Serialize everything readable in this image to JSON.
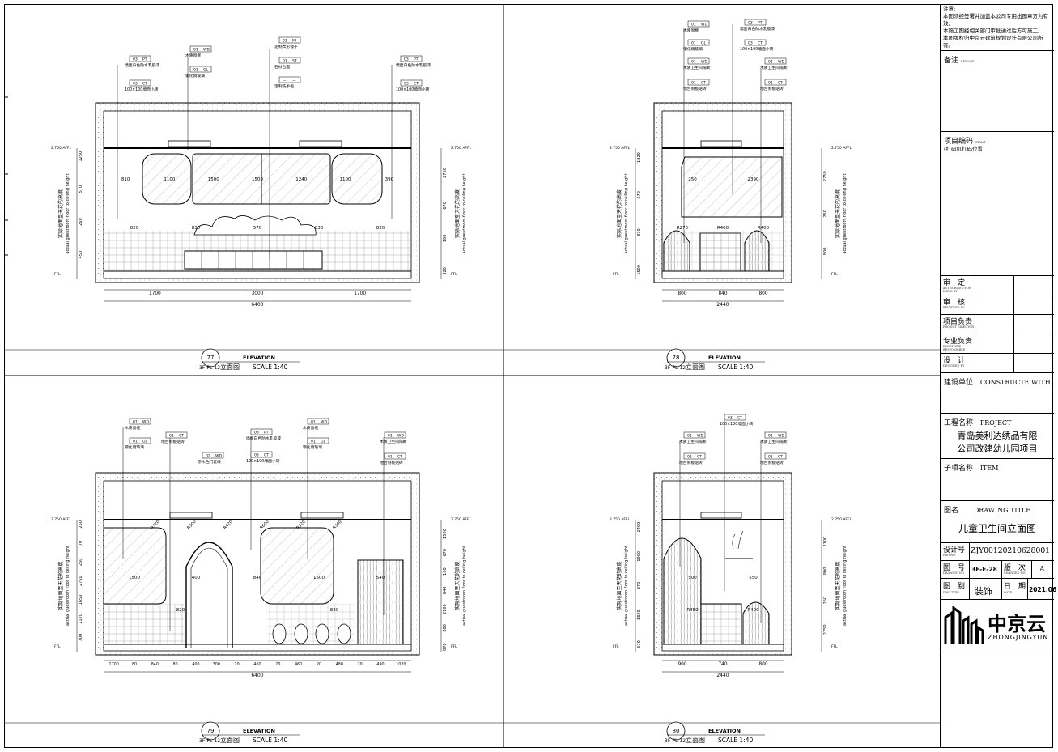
{
  "elevations": [
    {
      "number": "77",
      "ref": "3F-PL-12",
      "elevation_label": "ELEVATION",
      "cn_label": "立面图",
      "scale": "SCALE 1:40",
      "overall_width": "6400",
      "bottom_dims": [
        "1700",
        "3000",
        "1700"
      ],
      "upper_dims": [
        "810",
        "1100",
        "1500",
        "1500",
        "1240",
        "1100",
        "390"
      ],
      "mid_dims": [
        "820",
        "830",
        "570",
        "830",
        "820"
      ],
      "height_dims": [
        "1250",
        "2750",
        "570",
        "670",
        "260",
        "100",
        "450",
        "320"
      ],
      "callouts": [
        {
          "code": "03",
          "mat": "PT",
          "text": "墙面白色防水乳胶漆"
        },
        {
          "code": "03",
          "mat": "CT",
          "text": "100×100墙面小砖"
        },
        {
          "code": "01",
          "mat": "WD",
          "text": "木质窗框"
        },
        {
          "code": "01",
          "mat": "GL",
          "text": "钢化雨玻璃"
        },
        {
          "code": "01",
          "mat": "MI",
          "text": "定制异形镜子"
        },
        {
          "code": "01",
          "mat": "ST",
          "text": "石材台面"
        },
        {
          "code": "—",
          "mat": "—",
          "text": "定制洗手柜"
        },
        {
          "code": "03",
          "mat": "PT",
          "text": "墙面白色防水乳胶漆"
        },
        {
          "code": "03",
          "mat": "CT",
          "text": "100×100墙面小砖"
        }
      ]
    },
    {
      "number": "78",
      "ref": "3F-PL-12",
      "elevation_label": "ELEVATION",
      "cn_label": "立面图",
      "scale": "SCALE 1:40",
      "overall_width": "2440",
      "bottom_dims": [
        "800",
        "840",
        "800"
      ],
      "upper_dims": [
        "250",
        "2390"
      ],
      "mid_dims": [
        "R270",
        "R400",
        "R400"
      ],
      "height_dims": [
        "1820",
        "2750",
        "670",
        "260",
        "870",
        "800",
        "1500"
      ],
      "callouts": [
        {
          "code": "01",
          "mat": "WD",
          "text": "木质窗框"
        },
        {
          "code": "01",
          "mat": "GL",
          "text": "钢化雨玻璃"
        },
        {
          "code": "01",
          "mat": "WD",
          "text": "木质卫生间隔断"
        },
        {
          "code": "01",
          "mat": "CT",
          "text": "地台侧板贴砖"
        },
        {
          "code": "03",
          "mat": "PT",
          "text": "墙面白色防水乳胶漆"
        },
        {
          "code": "03",
          "mat": "CT",
          "text": "100×100墙面小砖"
        },
        {
          "code": "01",
          "mat": "WD",
          "text": "木质卫生间隔断"
        },
        {
          "code": "01",
          "mat": "CT",
          "text": "地台侧板贴砖"
        }
      ]
    },
    {
      "number": "79",
      "ref": "3F-PL-12",
      "elevation_label": "ELEVATION",
      "cn_label": "立面图",
      "scale": "SCALE 1:40",
      "overall_width": "6400",
      "bottom_dims": [
        "1700",
        "80",
        "840",
        "80",
        "400",
        "300",
        "20",
        "460",
        "20",
        "460",
        "20",
        "480",
        "20",
        "490",
        "1020"
      ],
      "upper_dims": [
        "1500",
        "400",
        "840",
        "1500",
        "540"
      ],
      "mid_dims": [
        "820",
        "830"
      ],
      "height_dims": [
        "250",
        "1500",
        "70",
        "670",
        "260",
        "100",
        "2750",
        "840",
        "1650",
        "2100",
        "2170",
        "800",
        "700",
        "870"
      ],
      "radius_labels": [
        "R320",
        "R300",
        "R420",
        "R600",
        "R320",
        "R300"
      ],
      "callouts": [
        {
          "code": "01",
          "mat": "WD",
          "text": "木质窗框"
        },
        {
          "code": "01",
          "mat": "GL",
          "text": "钢化雨玻璃"
        },
        {
          "code": "01",
          "mat": "CT",
          "text": "地台侧板贴砖"
        },
        {
          "code": "02",
          "mat": "WD",
          "text": "原木色门套线"
        },
        {
          "code": "03",
          "mat": "PT",
          "text": "墙面白色防水乳胶漆"
        },
        {
          "code": "03",
          "mat": "CT",
          "text": "100×100墙面小砖"
        },
        {
          "code": "01",
          "mat": "WD",
          "text": "木质窗框"
        },
        {
          "code": "01",
          "mat": "GL",
          "text": "钢化雨玻璃"
        },
        {
          "code": "01",
          "mat": "WD",
          "text": "木质卫生间隔断"
        },
        {
          "code": "01",
          "mat": "CT",
          "text": "地台侧板贴砖"
        }
      ]
    },
    {
      "number": "80",
      "ref": "3F-PL-12",
      "elevation_label": "ELEVATION",
      "cn_label": "立面图",
      "scale": "SCALE 1:40",
      "overall_width": "2440",
      "bottom_dims": [
        "900",
        "740",
        "800"
      ],
      "upper_dims": [
        "500",
        "550"
      ],
      "mid_dims": [
        "R450",
        "R400"
      ],
      "height_dims": [
        "2490",
        "2100",
        "1900",
        "800",
        "870",
        "260",
        "1820",
        "2750",
        "670"
      ],
      "callouts": [
        {
          "code": "03",
          "mat": "CT",
          "text": "100×100墙面小砖"
        },
        {
          "code": "01",
          "mat": "WD",
          "text": "木质卫生间隔断"
        },
        {
          "code": "01",
          "mat": "CT",
          "text": "地台侧板贴砖"
        },
        {
          "code": "01",
          "mat": "WD",
          "text": "木质卫生间隔断"
        },
        {
          "code": "01",
          "mat": "CT",
          "text": "地台侧板贴砖"
        }
      ]
    }
  ],
  "level_labels": {
    "ceiling": "2.750 AFFL",
    "floor": "FFL"
  },
  "side_text": {
    "cn": "实际地面至天花的高度",
    "en": "actual guestroom floor to ceiling height"
  },
  "title_block": {
    "notes_title": "注意:",
    "notes": [
      "本图须经签署并加盖本公司专用出图章方为有效;",
      "本施工图经相关部门审批通过后方可施工;",
      "本图版权归中京云建筑规划设计有限公司所有。"
    ],
    "remarks_cn": "备注",
    "remarks_en": "REMARK",
    "project_code_cn": "项目编码",
    "project_code_en": "STAMP",
    "project_code_note": "(打码机打码位置)",
    "signoff": [
      {
        "cn": "审　定",
        "en": "AUTHORIZED FOR ISSUE BY"
      },
      {
        "cn": "审　核",
        "en": "REVIEWED BY"
      },
      {
        "cn": "项目负责",
        "en": "PROJECT DIRECTOR"
      },
      {
        "cn": "专业负责",
        "en": "DISCIPLINE RESPONSIBLE"
      },
      {
        "cn": "设　计",
        "en": "DESIGNED BY"
      }
    ],
    "client_cn": "建设单位",
    "client_en": "CONSTRUCTE WITH",
    "project_cn": "工程名称",
    "project_en": "PROJECT",
    "project_name": [
      "青岛美利达绣品有限",
      "公司改建幼儿园项目"
    ],
    "item_cn": "子项名称",
    "item_en": "ITEM",
    "title_cn": "图名",
    "title_en": "DRAWING TITLE",
    "drawing_title": "儿童卫生间立面图",
    "design_no_label": "设计号",
    "design_no_en": "PRO NO.",
    "design_no": "ZJY00120210628001",
    "drawing_no_label": "图　号",
    "drawing_no_en": "DRAWING NO.",
    "drawing_no": "3F-E-28",
    "version_label": "版　次",
    "version_en": "CHANGED NO.",
    "version": "A",
    "category_label": "图　别",
    "category_en": "DWG TYPE",
    "category": "装饰",
    "date_label": "日　期",
    "date_en": "DATE",
    "date": "2021.06",
    "logo_cn": "中京云",
    "logo_en": "ZHONGJINGYUN"
  }
}
